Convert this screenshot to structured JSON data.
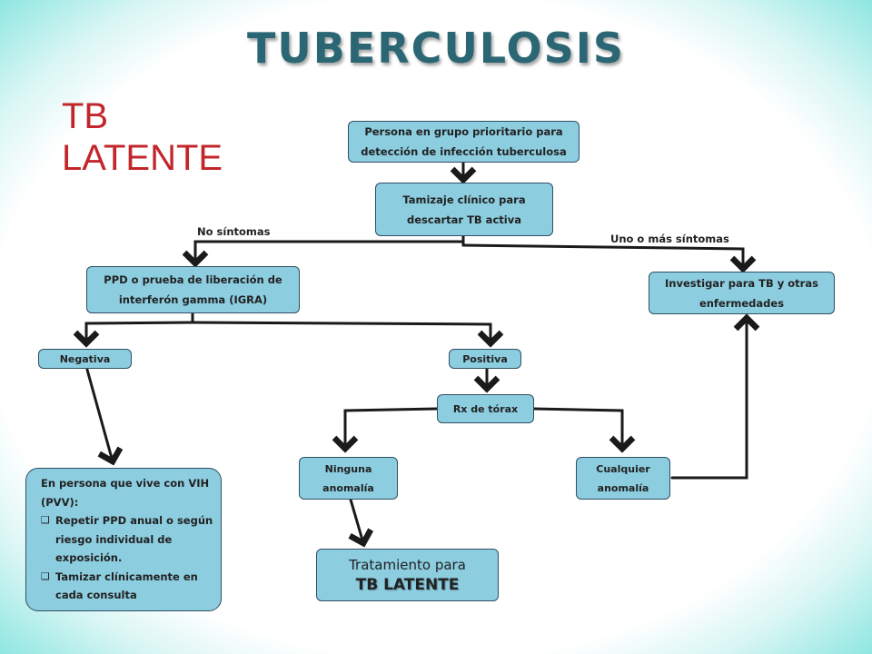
{
  "title": "TUBERCULOSIS",
  "subtitle": "TB LATENTE",
  "boxes": {
    "persona": "Persona en grupo prioritario para detección de infección tuberculosa",
    "tamizaje": "Tamizaje clínico para descartar TB activa",
    "ppd": "PPD o prueba de liberación de interferón gamma (IGRA)",
    "investigar": "Investigar para TB y otras enfermedades",
    "negativa": "Negativa",
    "positiva": "Positiva",
    "rx": "Rx de tórax",
    "ninguna": "Ninguna anomalía",
    "cualquier": "Cualquier anomalía",
    "treatment_line1": "Tratamiento para",
    "treatment_line2": "TB LATENTE"
  },
  "labels": {
    "no_sintomas": "No síntomas",
    "sintomas": "Uno o más  síntomas"
  },
  "pvv": {
    "intro": "En persona que vive con VIH (PVV):",
    "items": [
      "Repetir  PPD anual o según riesgo individual de exposición.",
      " Tamizar clínicamente en cada consulta"
    ]
  },
  "colors": {
    "box": "#8ccde0",
    "title": "#2a6673",
    "subtitle": "#c2262b",
    "arrow": "#1a1a1a"
  }
}
